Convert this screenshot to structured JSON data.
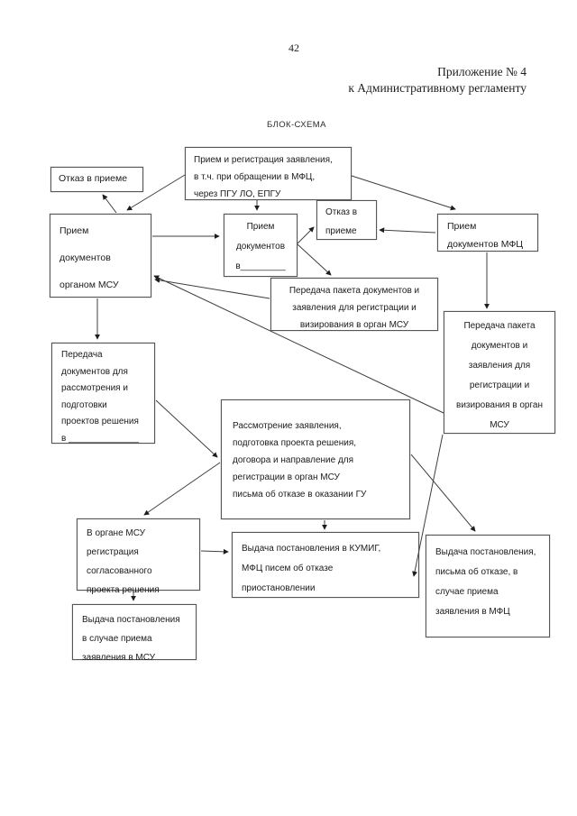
{
  "page": {
    "number": "42",
    "appendix_line1": "Приложение № 4",
    "appendix_line2": "к Административному регламенту",
    "diagram_title": "БЛОК-СХЕМА"
  },
  "nodes": {
    "otkaz1": {
      "text": "Отказ в приеме"
    },
    "reg": {
      "text": "Прием и регистрация заявления,\nв т.ч. при обращении в МФЦ,\nчерез ПГУ ЛО, ЕПГУ"
    },
    "priem_msu": {
      "text": "Прием\nдокументов\nорганом МСУ"
    },
    "priem_v": {
      "text": "Прием\nдокументов\nв_________"
    },
    "otkaz2": {
      "text": "Отказ в\nприеме"
    },
    "priem_mfc": {
      "text": "Прием\nдокументов МФЦ"
    },
    "peredacha_reg": {
      "text": "Передача пакета документов и\nзаявления для регистрации и\nвизирования в орган МСУ"
    },
    "peredacha_tall": {
      "text": "Передача пакета\nдокументов и\nзаявления для\nрегистрации и\nвизирования в орган\nМСУ"
    },
    "peredacha_docs": {
      "text": "Передача\nдокументов для\nрассмотрения и\nподготовки\nпроектов решения\nв ______________"
    },
    "rassmotrenie": {
      "text": "Рассмотрение заявления,\nподготовка проекта решения,\nдоговора и направление для\nрегистрации в орган МСУ\nписьма об отказе в оказании ГУ"
    },
    "v_organe": {
      "text": "В органе МСУ\nрегистрация\nсогласованного\nпроекта решения"
    },
    "vydacha_kumig": {
      "text": "Выдача постановления в КУМИГ,\nМФЦ писем об отказе\nприостановлении"
    },
    "vydacha_mfc": {
      "text": "Выдача постановления,\nписьма об отказе, в\nслучае приема\nзаявления в МФЦ"
    },
    "vydacha_msu": {
      "text": "Выдача постановления\nв случае приема\nзаявления в МСУ"
    }
  }
}
